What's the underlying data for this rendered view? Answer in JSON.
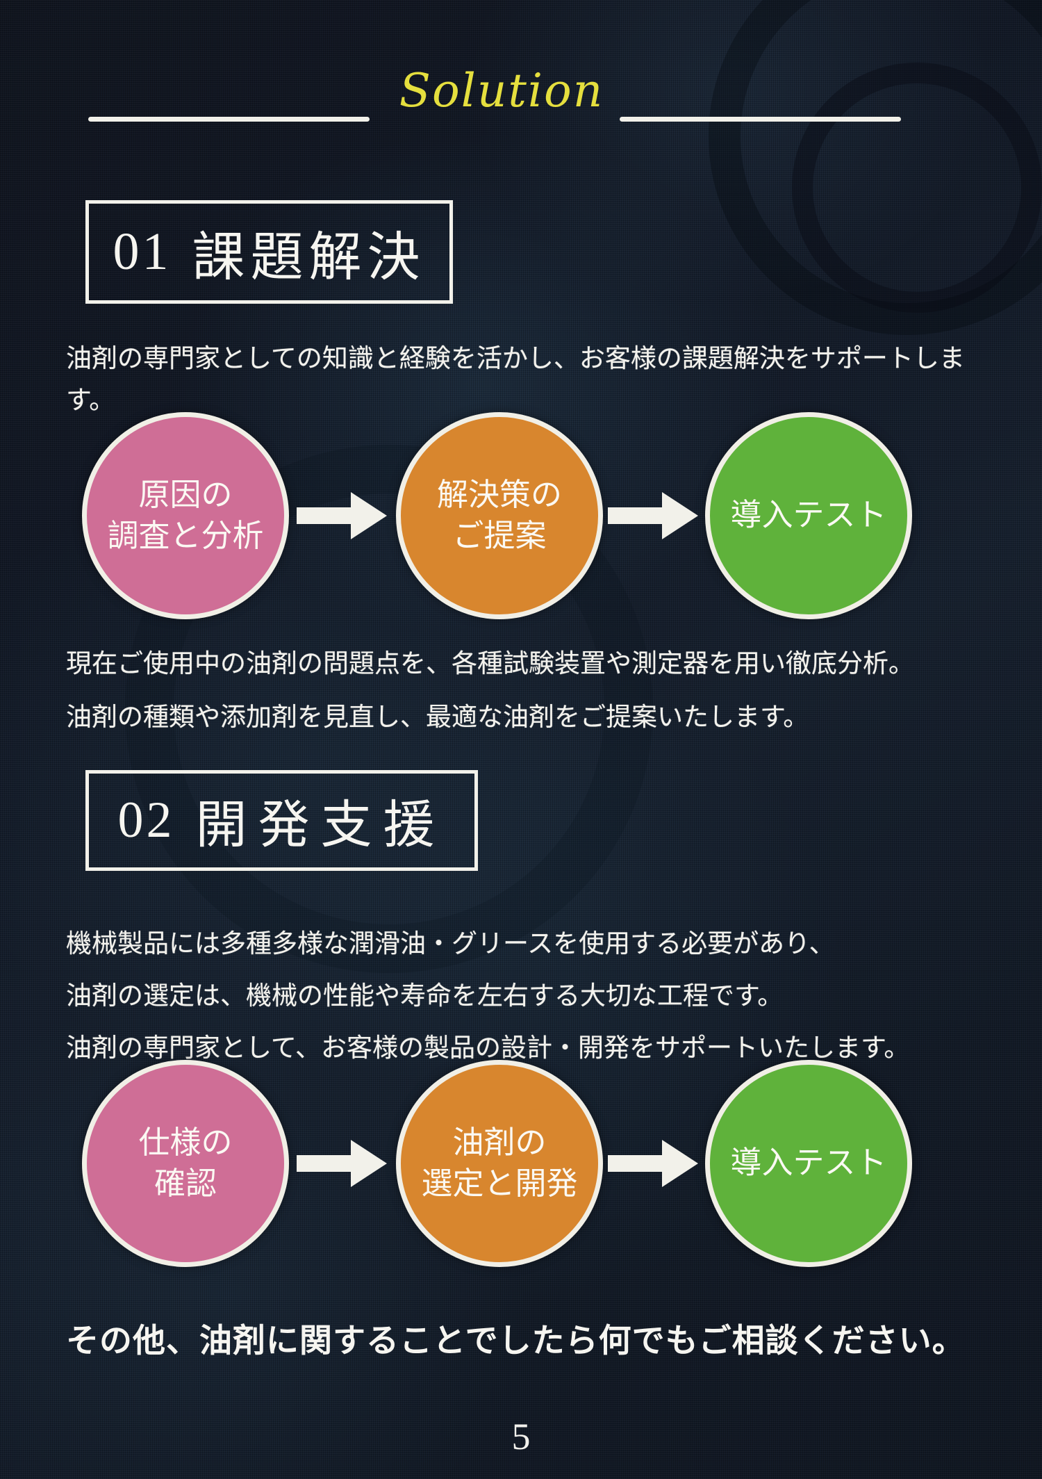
{
  "page": {
    "title": "Solution",
    "page_number": "5"
  },
  "colors": {
    "background_navy": "#131a26",
    "title_yellow": "#e5df3e",
    "text_white": "#f3f2ed",
    "rule_white": "#f2f1ea",
    "step_pink": "#cf6e96",
    "step_orange": "#d8862e",
    "step_green": "#5fb23b",
    "circle_border": "#f1efe6"
  },
  "icons": {
    "flow_arrow": "➡"
  },
  "sections": [
    {
      "number": "01",
      "heading": "課題解決",
      "intro_lines": [
        "油剤の専門家としての知識と経験を活かし、お客様の課題解決をサポートします。"
      ],
      "steps": [
        {
          "color": "pink",
          "label_lines": [
            "原因の",
            "調査と分析"
          ]
        },
        {
          "color": "orange",
          "label_lines": [
            "解決策の",
            "ご提案"
          ]
        },
        {
          "color": "green",
          "label_lines": [
            "導入テスト"
          ]
        }
      ],
      "body_lines": [
        "現在ご使用中の油剤の問題点を、各種試験装置や測定器を用い徹底分析。",
        "油剤の種類や添加剤を見直し、最適な油剤をご提案いたします。"
      ]
    },
    {
      "number": "02",
      "heading": "開発支援",
      "intro_lines": [
        "機械製品には多種多様な潤滑油・グリースを使用する必要があり、",
        "油剤の選定は、機械の性能や寿命を左右する大切な工程です。",
        "油剤の専門家として、お客様の製品の設計・開発をサポートいたします。"
      ],
      "steps": [
        {
          "color": "pink",
          "label_lines": [
            "仕様の",
            "確認"
          ]
        },
        {
          "color": "orange",
          "label_lines": [
            "油剤の",
            "選定と開発"
          ]
        },
        {
          "color": "green",
          "label_lines": [
            "導入テスト"
          ]
        }
      ],
      "body_lines": []
    }
  ],
  "footer": {
    "note": "その他、油剤に関することでしたら何でもご相談ください。"
  }
}
